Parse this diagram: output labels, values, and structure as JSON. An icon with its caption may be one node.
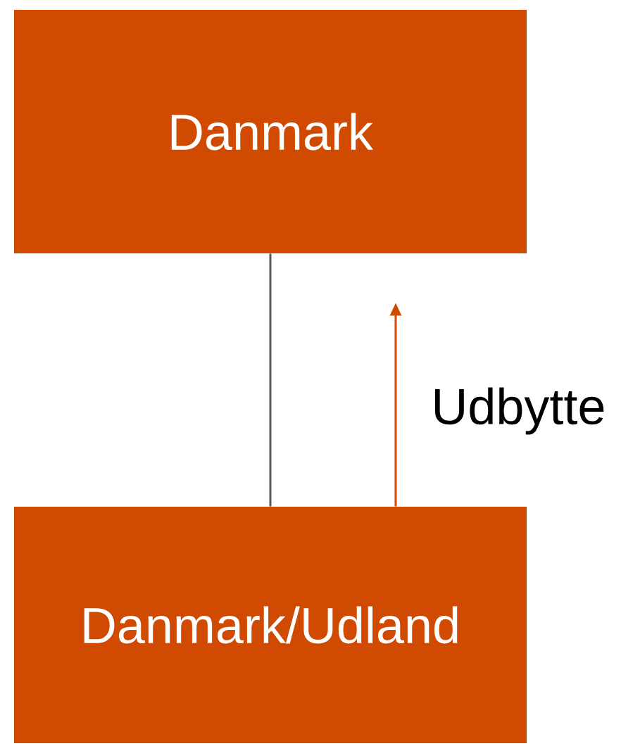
{
  "diagram": {
    "nodes": [
      {
        "text": [
          "Danmark"
        ]
      },
      {
        "text": [
          "Danmark/Udland"
        ]
      }
    ],
    "edges": [
      {
        "from": 0,
        "to": 1,
        "arrow": "none",
        "color": "#595959"
      },
      {
        "from": 1,
        "to": 0,
        "arrow": "to",
        "label": "Udbytte",
        "color": "#d04a02"
      }
    ]
  }
}
